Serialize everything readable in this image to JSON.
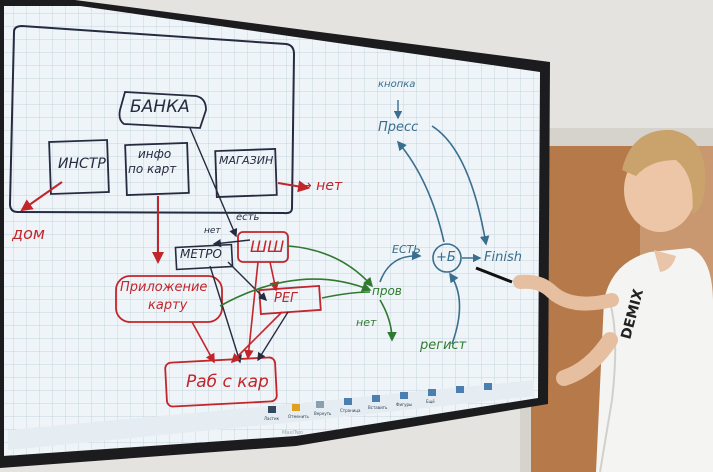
{
  "scene": "person-at-interactive-whiteboard",
  "board": {
    "labels": {
      "banka": "БАНКА",
      "instr": "ИНСТР",
      "info_line1": "инфо",
      "info_line2": "по карт",
      "magazin": "МАГАЗИН",
      "net": "→ нет",
      "dom": "дом",
      "metro": "МЕТРО",
      "shkh": "ШШ",
      "net2": "нет",
      "est": "есть",
      "prilozhenie_line1": "Приложение",
      "prilozhenie_line2": "карту",
      "reg": "РЕГ",
      "rab_s_kar": "Раб с кар",
      "knopka": "кнопка",
      "press": "Пресс",
      "est2": "ЕСТЬ",
      "plus_b": "+Б",
      "finish": "Finish",
      "prov": "пров",
      "net3": "нет",
      "regist": "регист"
    },
    "ink_colors": {
      "dark": "#262b40",
      "red": "#c2252a",
      "green": "#2f7a2f",
      "blue": "#3a6e8f"
    }
  },
  "toolbar": {
    "brand": "MaxiTwo",
    "items": [
      "Ластик",
      "Отменить",
      "Вернуть",
      "Страница",
      "Вставить",
      "Фигуры",
      "Ещё"
    ]
  }
}
